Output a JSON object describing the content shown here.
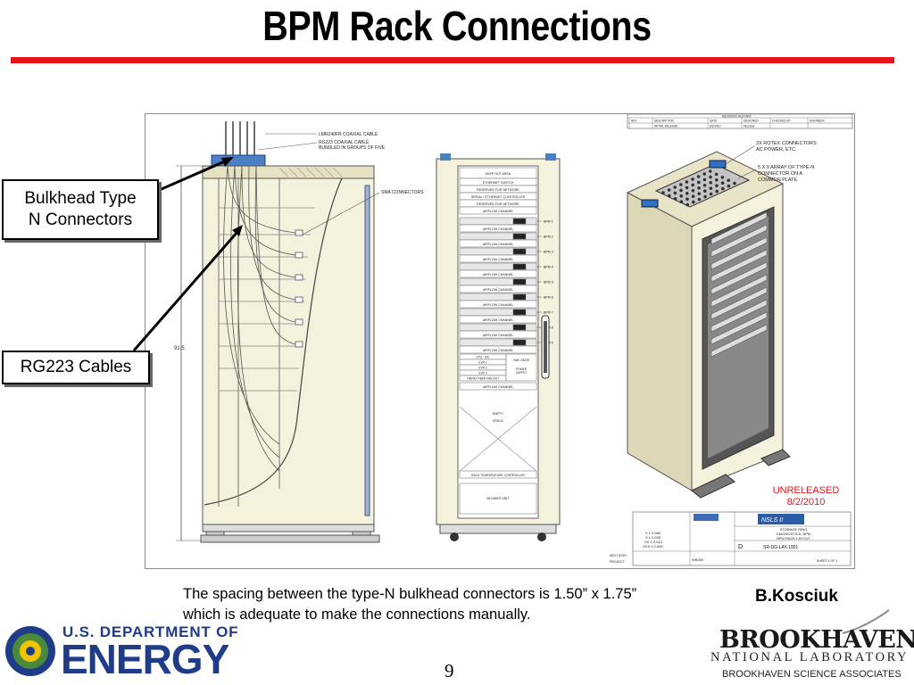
{
  "slide": {
    "title": "BPM Rack Connections",
    "caption_line1": "The spacing between the type-N bulkhead connectors is 1.50” x 1.75”",
    "caption_line2": "which is adequate to make the connections manually.",
    "author": "B.Kosciuk",
    "page_number": "9"
  },
  "callouts": {
    "bulkhead_line1": "Bulkhead Type",
    "bulkhead_line2": "N Connectors",
    "rg223": "RG223 Cables"
  },
  "drawing": {
    "side_labels": {
      "lmr": "LMR240FR COAXIAL CABLE",
      "rg223_line1": "RG223 COAXIAL CABLE",
      "rg223_line2": "BUNDLED IN GROUPS OF FIVE",
      "sma": "SMA CONNECTORS",
      "dimension": "91.5"
    },
    "front_labels": {
      "keep_out": "KEEP OUT AREA",
      "ethernet_switch": "ETHERNET SWITCH",
      "reserved1": "RESERVED FOR NETWORK",
      "serial_ethernet": "SERIAL / ETHERNET CONTROLLER",
      "reserved2": "RESERVED FOR NETWORK",
      "airflow": "AIRFLOW CHANNEL",
      "cpu": "CPU - IOC",
      "evr1": "EVR 1",
      "evr2": "EVR 2",
      "evr3": "EVR 3",
      "timing": "TIMING FIBER FAN-OUT",
      "vme_crate": "VME CRATE",
      "power_supply_line1": "POWER",
      "power_supply_line2": "SUPPLY",
      "empty_line1": "EMPTY",
      "empty_line2": "SPACE",
      "rack_temp": "RACK TEMPERATURE CONTROLLER",
      "blower": "BLOWER UNIT",
      "bpms": [
        "BPM 1",
        "BPM 2",
        "BPM 3",
        "BPM 4",
        "BPM 5",
        "BPM 6",
        "BPM 7",
        "BPM 8",
        "BPM 9"
      ]
    },
    "iso_labels": {
      "rotex_line1": "2X ROTEX CONNECTORS",
      "rotex_line2": "AC POWER, ETC.",
      "array_line1": "5 X 9 ARRAY OF TYPE-N",
      "array_line2": "CONNECTOR ON A",
      "array_line3": "COMMON PLATE"
    },
    "revision_block": {
      "header": "REVISION HISTORY",
      "columns": [
        "REV",
        "DESCRIPTION",
        "DATE",
        "DESIGNED",
        "CHECKED BY",
        "ENGINEER"
      ],
      "row": [
        "",
        "INITIAL RELEASE",
        "8/2/2010",
        "bkosciuk",
        "",
        ""
      ]
    },
    "stamp_line1": "UNRELEASED",
    "stamp_line2": "8/2/2010",
    "title_block": {
      "logo": "NSLS II",
      "desc_line1": "STORAGE RING",
      "desc_line2": "DIAGNOSTICS, BPM",
      "desc_line3": "BPM RACK LAYOUT",
      "size": "D",
      "dwg_no": "SR-DG-LAY-1001",
      "tol1": "X ± 0.060",
      "tol2": "X ± 0.030",
      "tol3": ".XX ± 0.010",
      "tol4": ".XXX ± 0.005",
      "next_assy": "NEXT ASSY",
      "project": "PROJECT",
      "sheet": "SHEET 1 OF 1",
      "initials": "WBGM"
    }
  },
  "logos": {
    "doe_line1": "U.S. DEPARTMENT OF",
    "doe_line2": "ENERGY",
    "bnl_line1": "BROOKHAVEN",
    "bnl_line2": "NATIONAL LABORATORY",
    "bnl_line3": "BROOKHAVEN SCIENCE ASSOCIATES"
  },
  "colors": {
    "accent_red": "#e8121a",
    "doe_blue": "#1f3c88",
    "cabinet": "#f4f1dc",
    "stamp_red": "#e8121a"
  }
}
